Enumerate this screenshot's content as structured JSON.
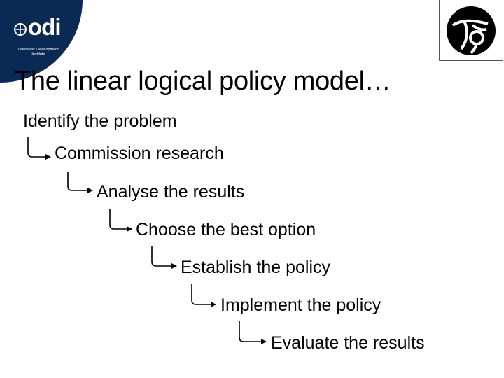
{
  "logo": {
    "word": "odi",
    "subtitle": "Overseas Development Institute",
    "bg_color": "#0a2a55"
  },
  "emblem": {
    "icon": "globe-emblem-icon"
  },
  "title": "The linear logical policy model…",
  "steps": [
    "Identify the problem",
    "Commission research",
    "Analyse the results",
    "Choose the best option",
    "Establish the policy",
    "Implement the policy",
    "Evaluate the results"
  ]
}
